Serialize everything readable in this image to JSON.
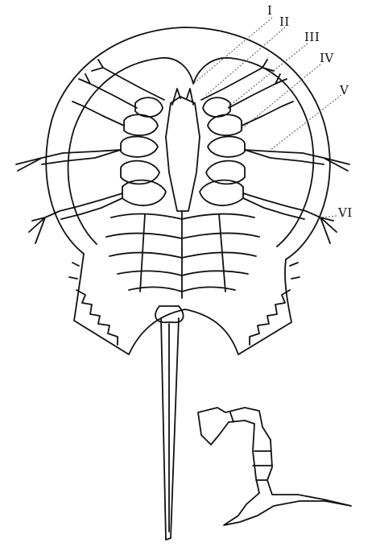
{
  "figure": {
    "labels": [
      "I",
      "II",
      "III",
      "IV",
      "V",
      "VI"
    ],
    "ink_color": "#111111",
    "leader_color": "#444444"
  }
}
